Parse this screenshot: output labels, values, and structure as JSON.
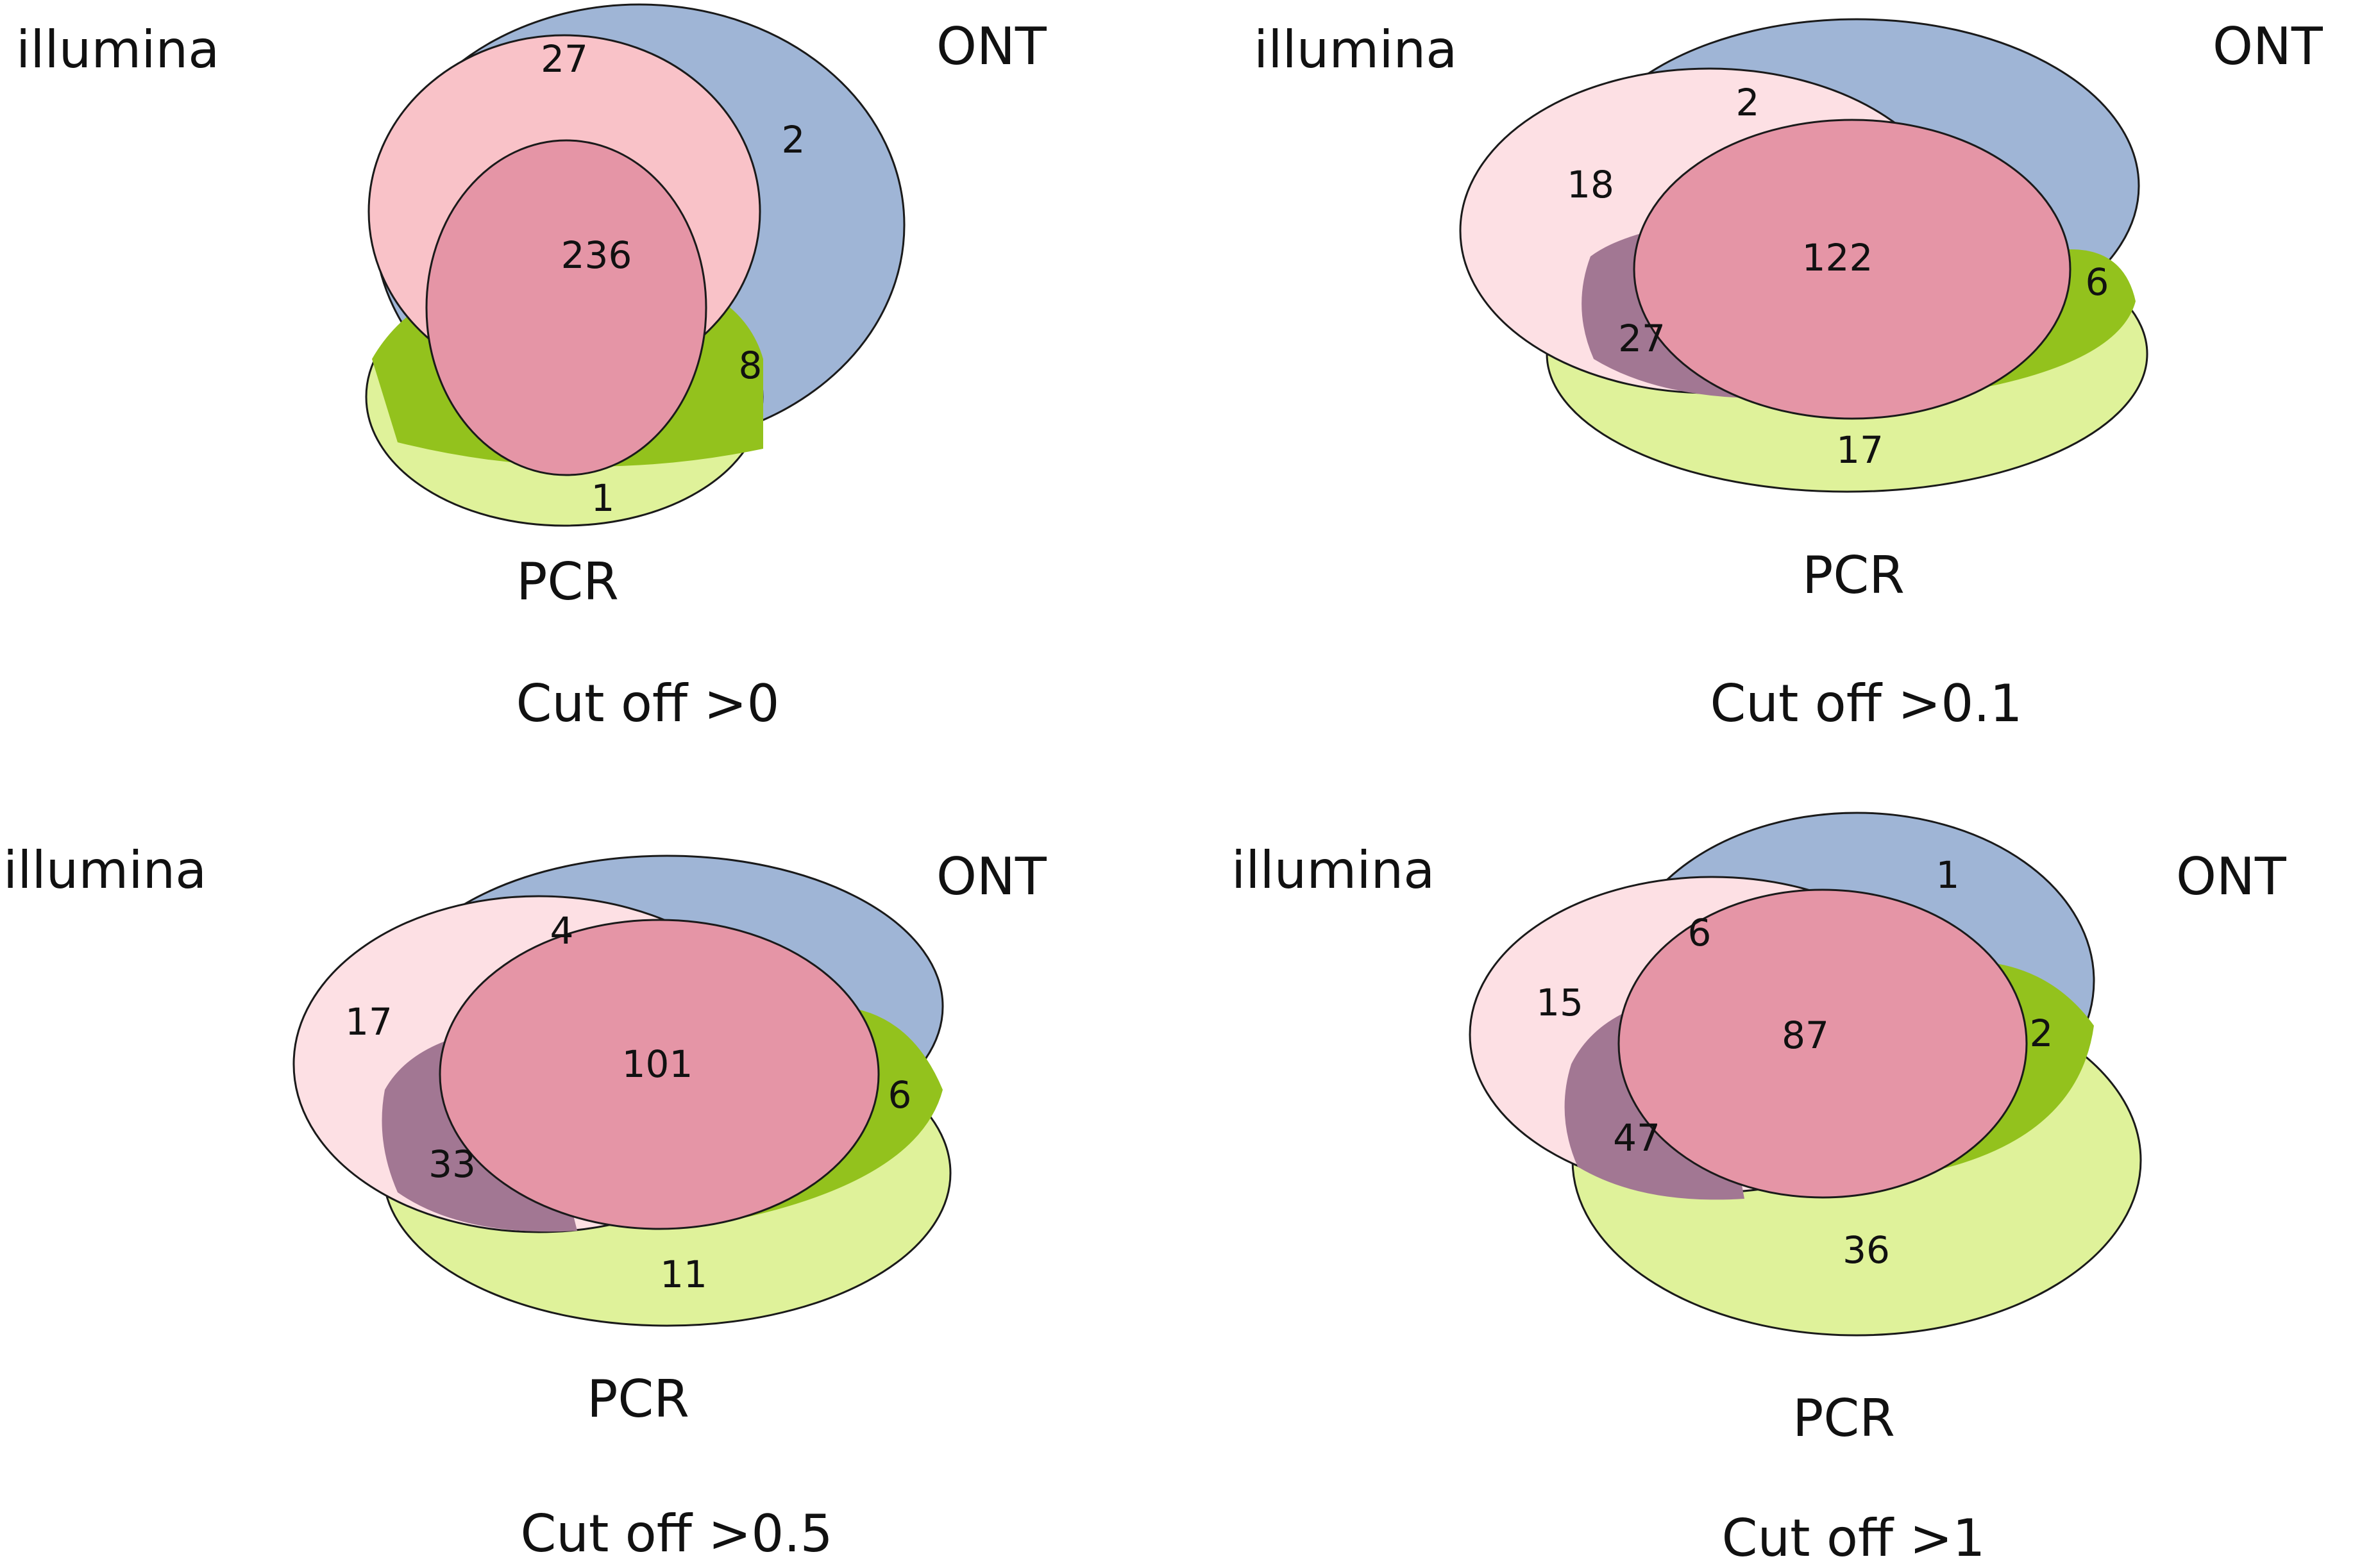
{
  "diagrams": [
    {
      "labels": {
        "illumina": "illumina",
        "ont": "ONT",
        "pcr": "PCR"
      },
      "caption": "Cut off >0",
      "counts": {
        "illumina_only": "27",
        "ont_only": "2",
        "all_three": "236",
        "ont_pcr": "8",
        "pcr_only": "1"
      }
    },
    {
      "labels": {
        "illumina": "illumina",
        "ont": "ONT",
        "pcr": "PCR"
      },
      "caption": "Cut off >0.1",
      "counts": {
        "illumina_ont": "2",
        "illumina_only": "18",
        "all_three": "122",
        "ont_pcr": "6",
        "illumina_pcr": "27",
        "pcr_only": "17"
      }
    },
    {
      "labels": {
        "illumina": "illumina",
        "ont": "ONT",
        "pcr": "PCR"
      },
      "caption": "Cut off >0.5",
      "counts": {
        "illumina_ont": "4",
        "illumina_only": "17",
        "all_three": "101",
        "ont_pcr": "6",
        "illumina_pcr": "33",
        "pcr_only": "11"
      }
    },
    {
      "labels": {
        "illumina": "illumina",
        "ont": "ONT",
        "pcr": "PCR"
      },
      "caption": "Cut off >1",
      "counts": {
        "ont_only": "1",
        "illumina_ont": "6",
        "illumina_only": "15",
        "all_three": "87",
        "ont_pcr": "2",
        "illumina_pcr": "47",
        "pcr_only": "36"
      }
    }
  ],
  "colors": {
    "illumina_fill": "#f9c2c8",
    "ont_fill": "#9fb5d6",
    "pcr_fill": "#dff29a",
    "ont_pcr_overlap": "#93c21d",
    "all_three_overlap": "#e595a6",
    "illumina_pcr_overlap": "#a27793",
    "outline": "#1a1a1a"
  }
}
